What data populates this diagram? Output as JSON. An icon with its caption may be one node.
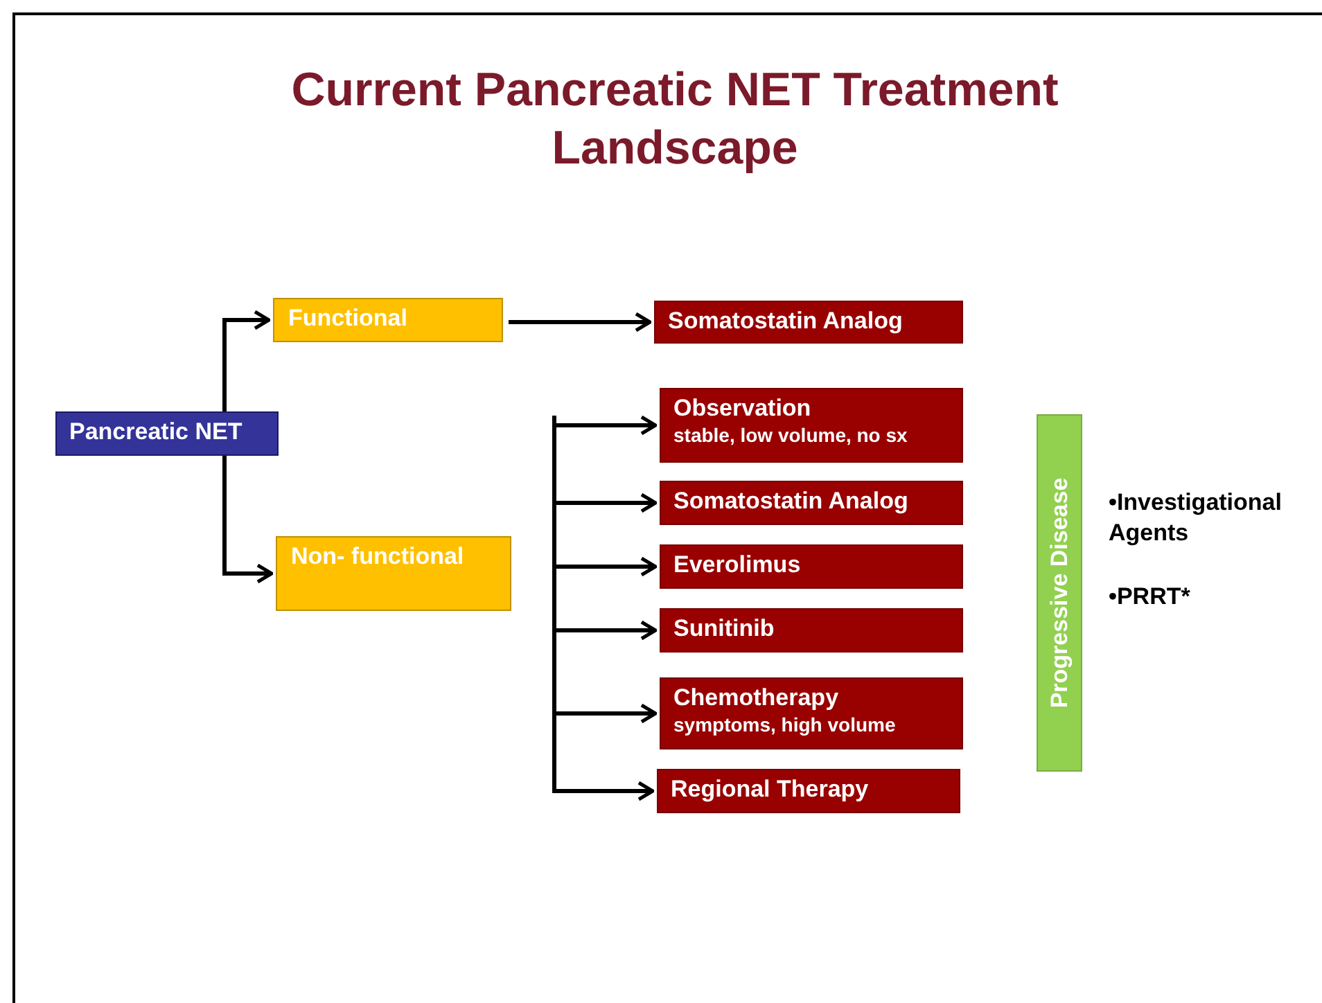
{
  "diagram": {
    "title": "Current Pancreatic NET Treatment Landscape",
    "nodes": [
      {
        "text": [
          "Pancreatic NET"
        ]
      },
      {
        "text": [
          "Functional"
        ]
      },
      {
        "text": [
          "Non- functional"
        ]
      },
      {
        "text": [
          "Somatostatin Analog"
        ]
      },
      {
        "text": [
          "Observation",
          "stable, low volume, no sx"
        ]
      },
      {
        "text": [
          "Somatostatin Analog"
        ]
      },
      {
        "text": [
          "Everolimus"
        ]
      },
      {
        "text": [
          "Sunitinib"
        ]
      },
      {
        "text": [
          "Chemotherapy",
          "symptoms, high volume"
        ]
      },
      {
        "text": [
          "Regional Therapy"
        ]
      },
      {
        "text": [
          "Progressive Disease"
        ]
      }
    ],
    "edges": [
      {
        "from": 0,
        "to": 1,
        "arrow": "to"
      },
      {
        "from": 0,
        "to": 2,
        "arrow": "to"
      },
      {
        "from": 1,
        "to": 3,
        "arrow": "to"
      },
      {
        "from": null,
        "to": 4,
        "arrow": "to"
      },
      {
        "from": null,
        "to": 5,
        "arrow": "to"
      },
      {
        "from": null,
        "to": 6,
        "arrow": "to"
      },
      {
        "from": null,
        "to": 7,
        "arrow": "to"
      },
      {
        "from": null,
        "to": 8,
        "arrow": "to"
      },
      {
        "from": null,
        "to": 9,
        "arrow": "to"
      }
    ],
    "labels": [
      "•Investigational Agents",
      "•PRRT*"
    ]
  }
}
